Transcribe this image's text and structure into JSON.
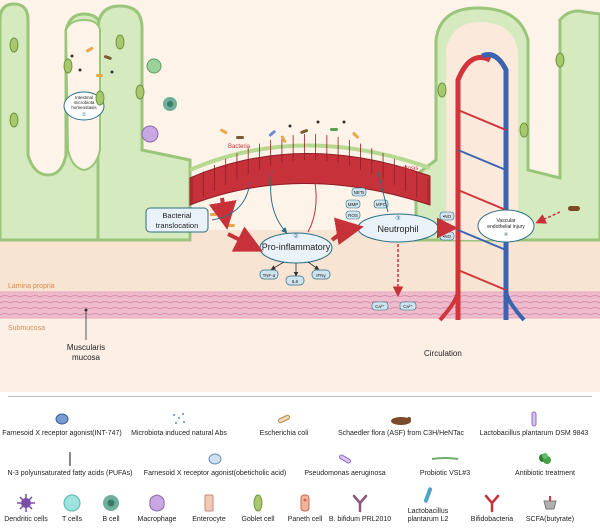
{
  "labels": {
    "homeostasis_top": "Intestinal",
    "homeostasis_mid": "microbiota",
    "homeostasis_bottom": "homeostasis",
    "homeostasis_step": "①",
    "bacteria": "Bacteria",
    "apoptosis": "Apoptosis",
    "bacterial_translocation_1": "Bacterial",
    "bacterial_translocation_2": "translocation",
    "pro_inflammatory": "Pro-inflammatory",
    "pro_inflammatory_step": "②",
    "tnf": "TNF-α",
    "il6": "IL6",
    "ifn": "IFNγ",
    "neutrophil": "Neutrophil",
    "neutrophil_step": "③",
    "nets": "NETs",
    "mmp": "MMP",
    "ros": "ROS",
    "mpo": "MPO",
    "no_1": "•NO",
    "no_2": "•NO",
    "vascular_1": "Vascular",
    "vascular_2": "endothelial injury",
    "vascular_step": "④",
    "ca_1": "Ca²⁺",
    "ca_2": "Ca²⁺",
    "lamina_propria": "Lamina propria",
    "submucosa": "Submucosa",
    "muscularis_1": "Muscularis",
    "muscularis_2": "mucosa",
    "circulation": "Circulation"
  },
  "legend": {
    "row1": [
      {
        "icon": "fxr-agonist-int747-icon",
        "label": "Farnesoid X receptor agonist(INT-747)"
      },
      {
        "icon": "natural-abs-icon",
        "label": "Microbiota induced natural Abs"
      },
      {
        "icon": "escherichia-coli-icon",
        "label": "Escherichia coli"
      },
      {
        "icon": "schaedler-flora-icon",
        "label": "Schaedler flora (ASF) from C3H/HeNTac"
      },
      {
        "icon": "lactobacillus-dsm9843-icon",
        "label": "Lactobacillus plantarum DSM 9843"
      }
    ],
    "row2": [
      {
        "icon": "pufa-icon",
        "label": "N-3 polyunsaturated fatty acids (PUFAs)"
      },
      {
        "icon": "fxr-agonist-oca-icon",
        "label": "Farnesoid X receptor agonist(obeticholic acid)"
      },
      {
        "icon": "pseudomonas-icon",
        "label": "Pseudomonas aeruginosa"
      },
      {
        "icon": "probiotic-vsl3-icon",
        "label": "Probiotic VSL#3"
      },
      {
        "icon": "antibiotic-icon",
        "label": "Antibiotic treatment"
      }
    ],
    "row3": [
      {
        "icon": "dendritic-cell-icon",
        "label": "Dendritic cells"
      },
      {
        "icon": "t-cell-icon",
        "label": "T cells"
      },
      {
        "icon": "b-cell-icon",
        "label": "B cell"
      },
      {
        "icon": "macrophage-icon",
        "label": "Macrophage"
      },
      {
        "icon": "enterocyte-icon",
        "label": "Enterocyte"
      },
      {
        "icon": "goblet-cell-icon",
        "label": "Goblet cell"
      },
      {
        "icon": "paneth-cell-icon",
        "label": "Paneth cell"
      },
      {
        "icon": "b-bifidum-icon",
        "label": "B. bifidum PRL2010"
      },
      {
        "icon": "lactobacillus-l2-icon",
        "label": "Lactobacillus plantarum L2"
      },
      {
        "icon": "bifidobacteria-icon",
        "label": "Bifidobacteria"
      },
      {
        "icon": "scfa-icon",
        "label": "SCFA(butyrate)"
      }
    ]
  },
  "colors": {
    "villus_fill": "#d6eac0",
    "villus_edge": "#9bc57a",
    "lumen": "#fbefe3",
    "lamina": "#f8e4d2",
    "muscle": "#eeb5c8",
    "epithelium_red": "#c7323a",
    "artery": "#d1343b",
    "vein": "#3b63b0",
    "callout_stroke": "#2b6e86",
    "callout_fill": "#e9f2f8"
  }
}
